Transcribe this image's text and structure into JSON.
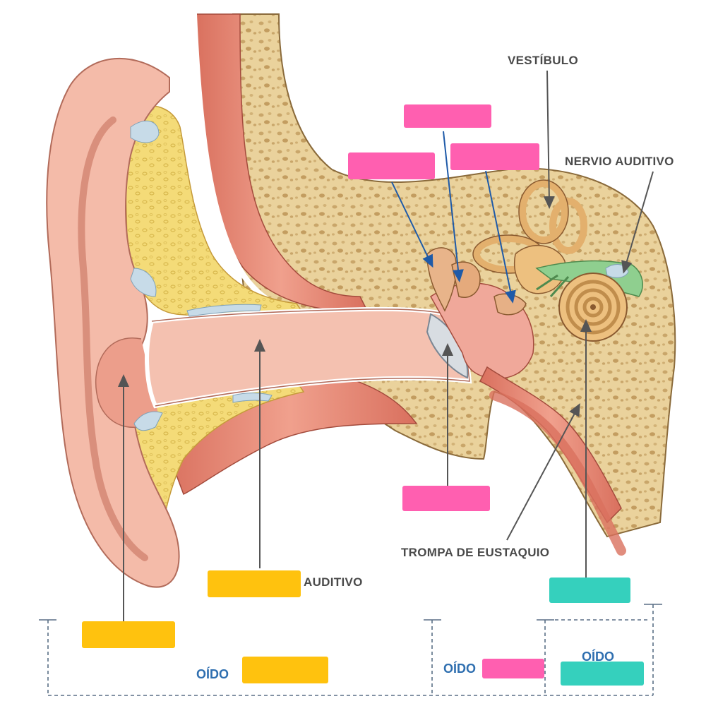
{
  "colors": {
    "pink_box": "#ff5fb0",
    "yellow_box": "#ffc20e",
    "teal_box": "#35d0bd",
    "leader_gray": "#555555",
    "leader_blue": "#1e5aa8",
    "bracket": "#5a6f86",
    "label_gray": "#4a4a4a",
    "label_blue": "#2f6fb0",
    "skin": "#f2b8a8",
    "bone": "#e9cf9a",
    "cartilage": "#f6dd82",
    "muscle": "#e07f6c",
    "nerve": "#7fbf7f"
  },
  "labels": {
    "vestibulo": "VESTÍBULO",
    "nervio_auditivo": "NERVIO AUDITIVO",
    "trompa": "TROMPA DE EUSTAQUIO",
    "auditivo": "AUDITIVO",
    "oido_externo": "OÍDO",
    "oido_medio": "OÍDO",
    "oido_interno": "OÍDO"
  },
  "answer_boxes": [
    {
      "id": "box-martillo",
      "color": "pink",
      "value": ""
    },
    {
      "id": "box-yunque",
      "color": "pink",
      "value": ""
    },
    {
      "id": "box-estribo",
      "color": "pink",
      "value": ""
    },
    {
      "id": "box-timpano",
      "color": "pink",
      "value": ""
    },
    {
      "id": "box-pabellon",
      "color": "yellow",
      "value": ""
    },
    {
      "id": "box-conducto",
      "color": "yellow",
      "value": ""
    },
    {
      "id": "box-caracol",
      "color": "teal",
      "value": ""
    },
    {
      "id": "box-oido-externo",
      "color": "yellow",
      "value": ""
    },
    {
      "id": "box-oido-medio",
      "color": "pink",
      "value": ""
    },
    {
      "id": "box-oido-interno",
      "color": "teal",
      "value": ""
    }
  ]
}
